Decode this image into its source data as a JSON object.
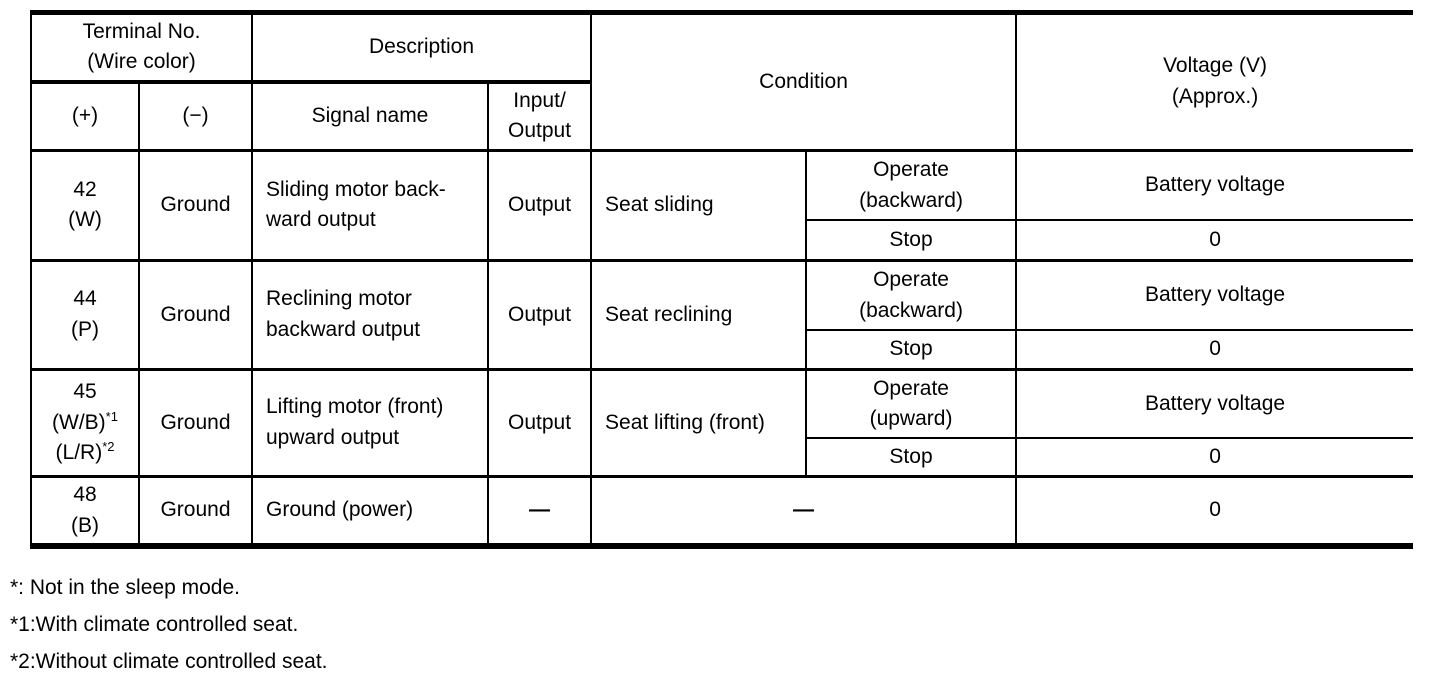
{
  "header": {
    "terminal_no": "Terminal No.\n(Wire color)",
    "plus": "(+)",
    "minus": "(−)",
    "description": "Description",
    "signal_name": "Signal name",
    "input_output": "Input/\nOutput",
    "condition": "Condition",
    "voltage": "Voltage (V)\n(Approx.)"
  },
  "rows": [
    {
      "terminal": "42\n(W)",
      "ground": "Ground",
      "signal": "Sliding motor back-\nward output",
      "io": "Output",
      "condition": "Seat sliding",
      "sub": [
        {
          "state": "Operate\n(backward)",
          "voltage": "Battery voltage"
        },
        {
          "state": "Stop",
          "voltage": "0"
        }
      ]
    },
    {
      "terminal": "44\n(P)",
      "ground": "Ground",
      "signal": "Reclining motor\nbackward output",
      "io": "Output",
      "condition": "Seat reclining",
      "sub": [
        {
          "state": "Operate\n(backward)",
          "voltage": "Battery voltage"
        },
        {
          "state": "Stop",
          "voltage": "0"
        }
      ]
    },
    {
      "terminal_num": "45",
      "terminal_wire1": "(W/B)",
      "terminal_wire1_note": "*1",
      "terminal_wire2": "(L/R)",
      "terminal_wire2_note": "*2",
      "ground": "Ground",
      "signal": "Lifting motor (front)\nupward output",
      "io": "Output",
      "condition": "Seat lifting (front)",
      "sub": [
        {
          "state": "Operate\n(upward)",
          "voltage": "Battery voltage"
        },
        {
          "state": "Stop",
          "voltage": "0"
        }
      ]
    },
    {
      "terminal": "48\n(B)",
      "ground": "Ground",
      "signal": "Ground (power)",
      "io": "—",
      "condition": "—",
      "voltage": "0"
    }
  ],
  "footnotes": [
    "*: Not in the sleep mode.",
    "*1:With climate controlled seat.",
    "*2:Without climate controlled seat."
  ]
}
